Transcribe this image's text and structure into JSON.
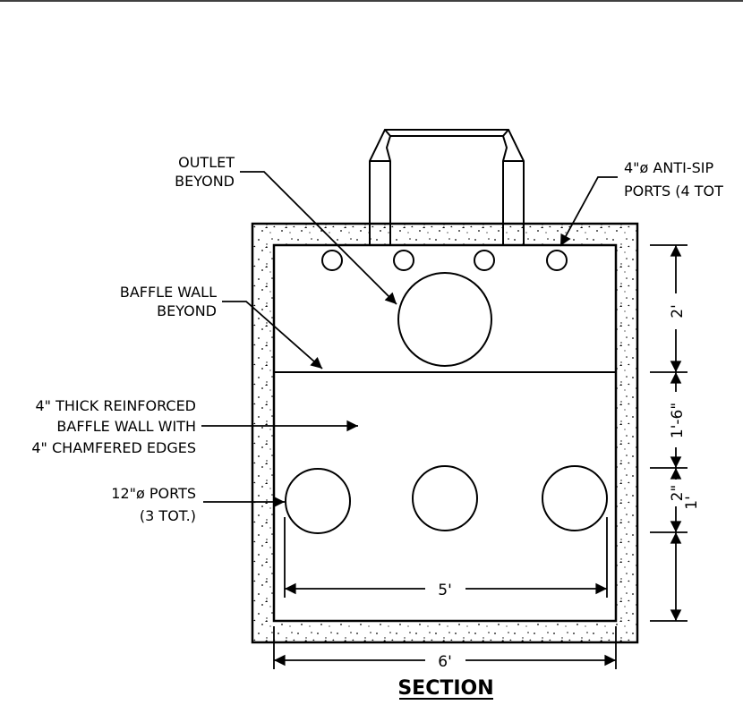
{
  "labels": {
    "outlet_1": "OUTLET",
    "outlet_2": "BEYOND",
    "antisiphon_1": "4\"ø ANTI-SIP",
    "antisiphon_2": "PORTS (4 TOT",
    "baffle_beyond_1": "BAFFLE WALL",
    "baffle_beyond_2": "BEYOND",
    "thick_1": "4\" THICK REINFORCED",
    "thick_2": "BAFFLE WALL WITH",
    "thick_3": "4\" CHAMFERED EDGES",
    "ports_1": "12\"ø PORTS",
    "ports_2": "(3 TOT.)"
  },
  "dimensions": {
    "top_vertical": "2'",
    "mid_vertical": "1'-6\"",
    "port_vertical": "2\"",
    "port_vertical_b": "1'",
    "inner_width": "5'",
    "outer_width": "6'"
  },
  "title": "SECTION",
  "colors": {
    "line": "#000000",
    "paper": "#ffffff"
  }
}
